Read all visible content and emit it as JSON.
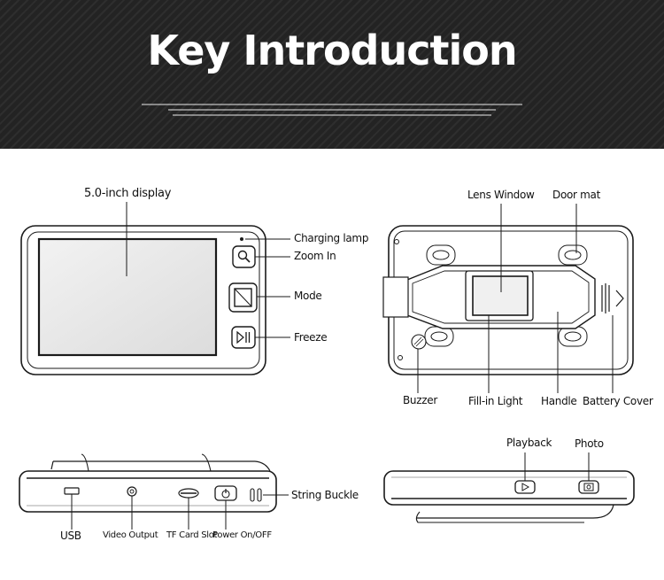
{
  "header": {
    "title": "Key Introduction"
  },
  "labels": {
    "display": "5.0-inch display",
    "charging_lamp": "Charging lamp",
    "zoom_in": "Zoom In",
    "mode": "Mode",
    "freeze": "Freeze",
    "lens_window": "Lens Window",
    "door_mat": "Door mat",
    "buzzer": "Buzzer",
    "fill_in_light": "Fill-in Light",
    "handle": "Handle",
    "battery_cover": "Battery Cover",
    "string_buckle": "String Buckle",
    "usb": "USB",
    "video_output": "Video Output",
    "tf_card_slot": "TF Card Slot",
    "power_on_off": "Power On/OFF",
    "playback": "Playback",
    "photo": "Photo"
  },
  "colors": {
    "banner": "#232323",
    "line": "#1a1a1a",
    "device_gray": "#8a8a8a",
    "text": "#111111"
  },
  "icons": {
    "zoom": "magnifier-icon",
    "mode": "mode-square-icon",
    "freeze": "play-pause-icon",
    "power": "power-icon",
    "playback": "play-icon",
    "photo": "camera-icon"
  }
}
